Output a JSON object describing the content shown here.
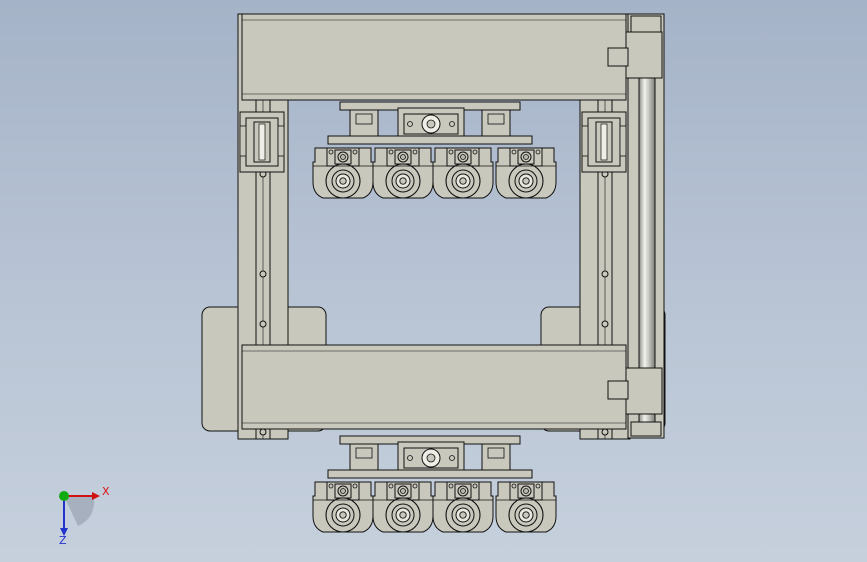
{
  "view": {
    "background_top": "#a5b3c8",
    "background_bottom": "#c6d0dd",
    "part_fill": "#c9c8bd",
    "edge_color": "#111111"
  },
  "triad": {
    "x_label": "X",
    "z_label": "Z",
    "x_color": "#d11111",
    "y_color": "#11aa11",
    "z_color": "#2233cc"
  },
  "assembly": {
    "roller_modules": 8,
    "linear_rails": 2,
    "guide_shafts": 1,
    "carriages": 2
  }
}
